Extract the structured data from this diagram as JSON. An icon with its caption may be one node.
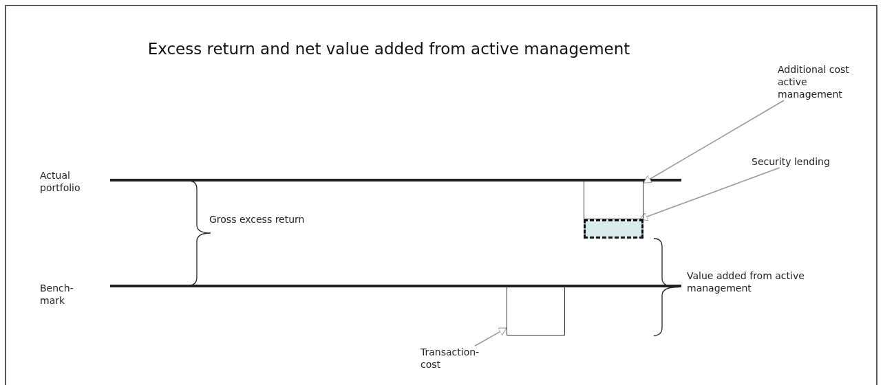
{
  "diagram": {
    "title": "Excess return and net value added from active management",
    "nodes": [
      {
        "text": [
          "Additional cost active management"
        ]
      },
      {
        "text": [
          "Security lending"
        ]
      },
      {
        "text": [
          "Transaction- cost"
        ]
      },
      {
        "text": [],
        "shape": "box"
      },
      {
        "text": [],
        "shape": "box"
      },
      {
        "text": [],
        "shape": "box"
      }
    ],
    "edges": [
      {
        "from": 0,
        "to": 3,
        "arrow": "to"
      },
      {
        "from": 1,
        "to": 4,
        "arrow": "to"
      },
      {
        "from": 2,
        "to": 5,
        "arrow": "to"
      }
    ],
    "labels": [
      "Actual portfolio",
      "Bench- mark",
      "Gross excess return",
      "Value added from active management"
    ]
  }
}
